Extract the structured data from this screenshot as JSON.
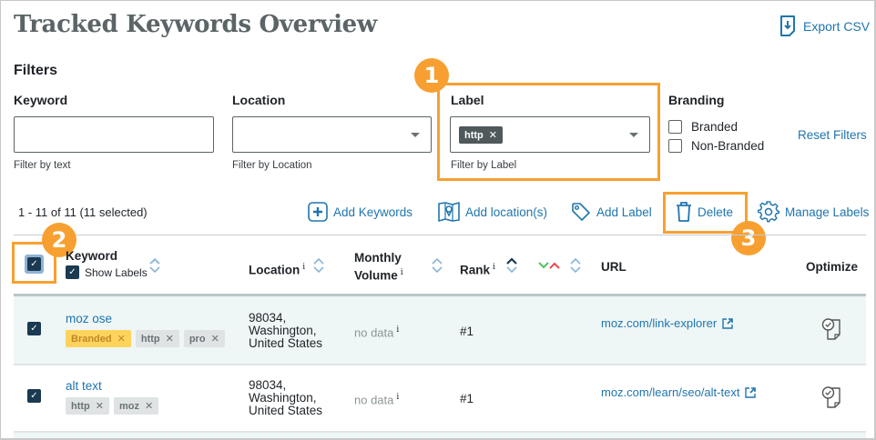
{
  "header": {
    "title": "Tracked Keywords Overview",
    "export_label": "Export CSV"
  },
  "filters": {
    "title": "Filters",
    "keyword": {
      "label": "Keyword",
      "value": "",
      "help": "Filter by text"
    },
    "location": {
      "label": "Location",
      "value": "",
      "help": "Filter by Location"
    },
    "label": {
      "label": "Label",
      "selected_chip": "http",
      "help": "Filter by Label"
    },
    "branding": {
      "title": "Branding",
      "options": [
        {
          "label": "Branded",
          "checked": false
        },
        {
          "label": "Non-Branded",
          "checked": false
        }
      ]
    },
    "reset_label": "Reset Filters"
  },
  "toolbar": {
    "count_text": "1 - 11 of 11 (11 selected)",
    "add_keywords": "Add Keywords",
    "add_locations": "Add location(s)",
    "add_label": "Add Label",
    "delete": "Delete",
    "manage_labels": "Manage Labels"
  },
  "annotations": {
    "badge1": "1",
    "badge2": "2",
    "badge3": "3",
    "color": "#f7a031"
  },
  "table": {
    "columns": {
      "keyword": "Keyword",
      "show_labels": "Show Labels",
      "location": "Location",
      "monthly": "Monthly",
      "volume": "Volume",
      "rank": "Rank",
      "url": "URL",
      "optimize": "Optimize",
      "info_glyph": "i"
    },
    "rows": [
      {
        "keyword": "moz ose",
        "tags": [
          {
            "label": "Branded",
            "type": "brand"
          },
          {
            "label": "http",
            "type": "gray"
          },
          {
            "label": "pro",
            "type": "gray"
          }
        ],
        "location_line1": "98034,",
        "location_line2": "Washington,",
        "location_line3": "United States",
        "volume": "no data",
        "rank": "#1",
        "url": "moz.com/link-explorer",
        "selected": true
      },
      {
        "keyword": "alt text",
        "tags": [
          {
            "label": "http",
            "type": "gray"
          },
          {
            "label": "moz",
            "type": "gray"
          }
        ],
        "location_line1": "98034,",
        "location_line2": "Washington,",
        "location_line3": "United States",
        "volume": "no data",
        "rank": "#1",
        "url": "moz.com/learn/seo/alt-text",
        "selected": true
      }
    ]
  },
  "colors": {
    "link": "#1f75ae",
    "title": "#5b6466",
    "checkbox": "#1b3a52",
    "highlight": "#f7a031",
    "row_selected_bg": "#eef6f6",
    "brand_tag": "#ffd35c"
  }
}
